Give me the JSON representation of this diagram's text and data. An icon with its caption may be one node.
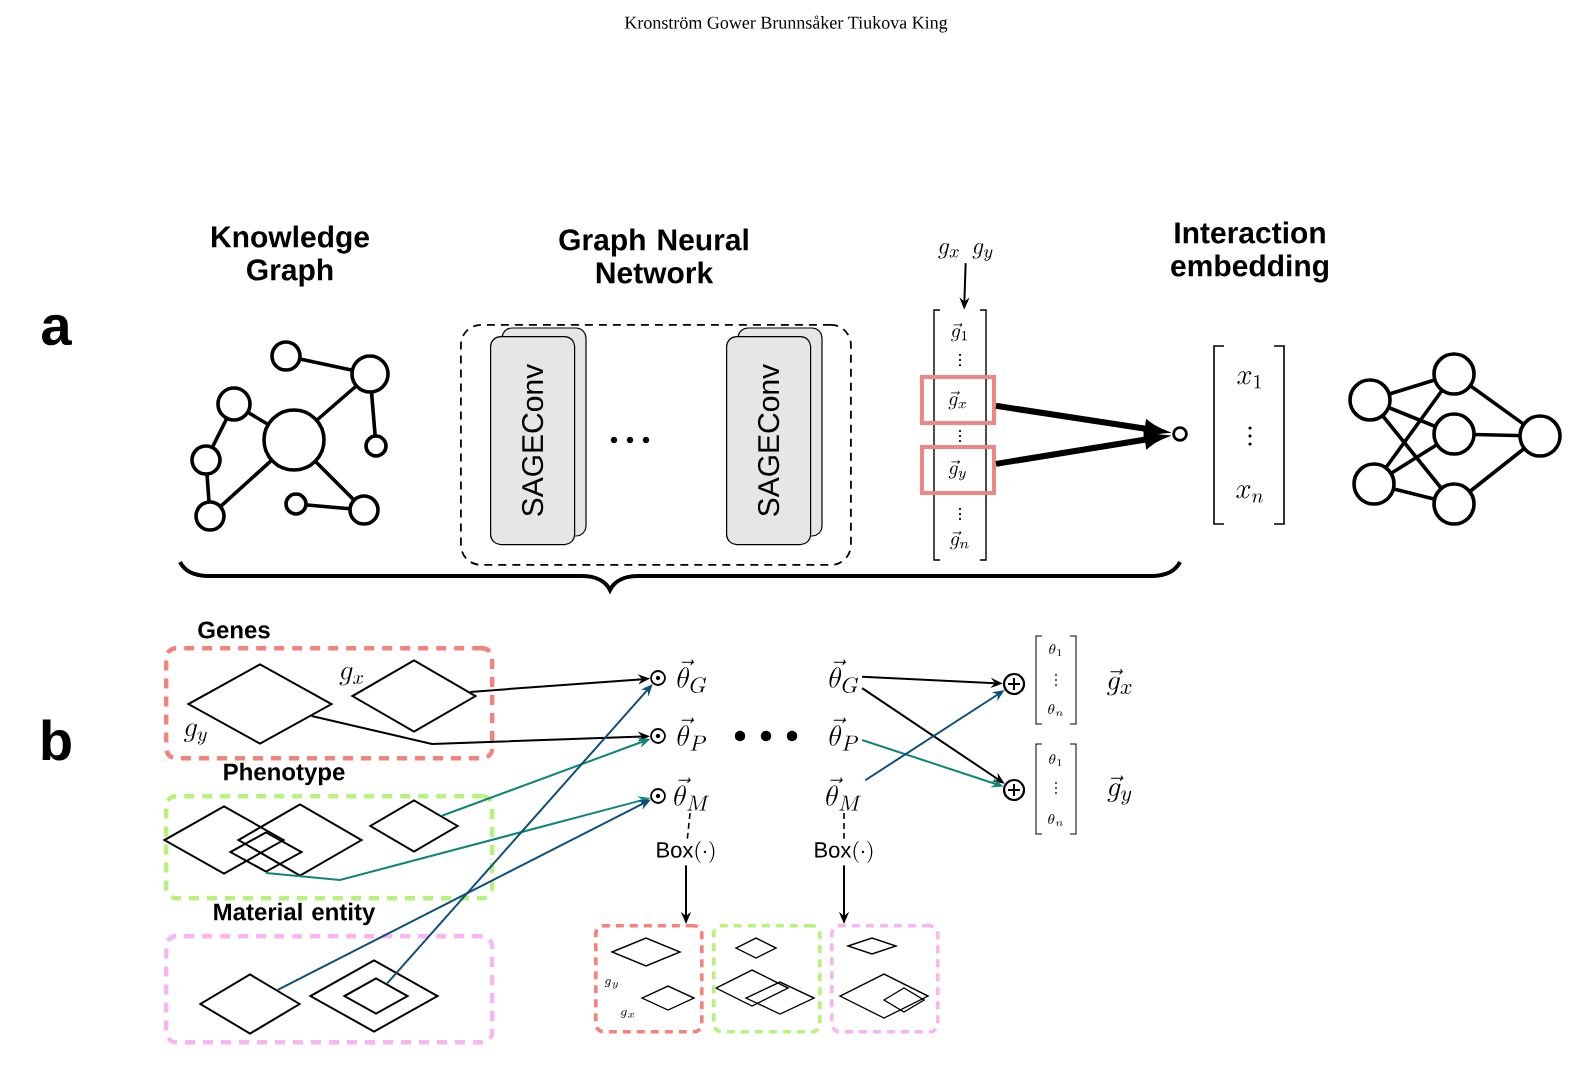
{
  "diagram": {
    "nodes": [
      {
        "text": [
          "Graph Neural Network"
        ]
      },
      {
        "text": [
          "SAGEConv"
        ],
        "in": 0
      },
      {
        "text": [
          "SAGEConv"
        ],
        "in": 0
      },
      {
        "text": [
          "g_x",
          "g_y"
        ]
      },
      {
        "text": [
          "\\vec{g}_1",
          "\\vec{g}_n"
        ]
      },
      {
        "text": [
          "\\vec{g}_x"
        ]
      },
      {
        "text": [
          "\\vec{g}_y"
        ]
      },
      {
        "text": [],
        "shape": "circle"
      },
      {
        "text": [
          "Genes"
        ]
      },
      {
        "text": [],
        "shape": "diamond",
        "in": 8,
        "beside": [
          "g_y"
        ]
      },
      {
        "text": [],
        "shape": "diamond",
        "in": 8,
        "beside": [
          "g_x"
        ]
      },
      {
        "text": [
          "Phenotype"
        ]
      },
      {
        "text": [],
        "shape": "diamond",
        "in": 11
      },
      {
        "text": [],
        "shape": "diamond",
        "in": 11
      },
      {
        "text": [],
        "shape": "diamond",
        "in": 11
      },
      {
        "text": [],
        "shape": "diamond",
        "in": 11
      },
      {
        "text": [
          "Material entity"
        ]
      },
      {
        "text": [],
        "shape": "diamond",
        "in": 16
      },
      {
        "text": [],
        "shape": "diamond",
        "in": 16
      },
      {
        "text": [],
        "shape": "diamond",
        "in": 18
      },
      {
        "text": [],
        "shape": "circle"
      },
      {
        "text": [],
        "shape": "circle"
      },
      {
        "text": [],
        "shape": "circle"
      },
      {
        "text": [
          "\\vec{\\theta}_{G}"
        ]
      },
      {
        "text": [
          "\\vec{\\theta}_{P}"
        ]
      },
      {
        "text": [
          "\\vec{\\theta}_{M}"
        ]
      },
      {
        "text": [
          "\\vec{\\theta}_{G}"
        ]
      },
      {
        "text": [
          "\\vec{\\theta}_{P}"
        ]
      },
      {
        "text": [
          "\\vec{\\theta}_{M}"
        ]
      },
      {
        "text": [],
        "shape": "circle"
      },
      {
        "text": [],
        "shape": "circle"
      },
      {
        "text": [
          "\\mathrm{Box}(\\cdot)"
        ]
      },
      {
        "text": [
          "\\mathrm{Box}(\\cdot)"
        ]
      },
      {
        "text": [],
        "shape": "box"
      },
      {
        "text": [],
        "shape": "box"
      },
      {
        "text": [],
        "shape": "box"
      }
    ],
    "edges": [
      {
        "from": 3,
        "to": 4,
        "arrow": "to"
      },
      {
        "from": 5,
        "to": 7,
        "arrow": "to",
        "style": "thick"
      },
      {
        "from": 6,
        "to": 7,
        "arrow": "to",
        "style": "thick"
      },
      {
        "from": 10,
        "to": 20,
        "arrow": "to"
      },
      {
        "from": 9,
        "to": 21,
        "arrow": "to"
      },
      {
        "from": 15,
        "to": 21,
        "arrow": "to",
        "color": "#10857a"
      },
      {
        "from": 14,
        "to": 22,
        "arrow": "to",
        "color": "#10857a"
      },
      {
        "from": 17,
        "to": 22,
        "arrow": "to",
        "color": "#0e4f78"
      },
      {
        "from": 19,
        "to": 20,
        "arrow": "to",
        "color": "#0e4f78"
      },
      {
        "from": 26,
        "to": 29,
        "arrow": "to"
      },
      {
        "from": 26,
        "to": 30,
        "arrow": "to"
      },
      {
        "from": 27,
        "to": 30,
        "arrow": "to",
        "color": "#10857a"
      },
      {
        "from": 28,
        "to": 29,
        "arrow": "to",
        "color": "#0e4f78"
      },
      {
        "from": 25,
        "to": 31,
        "arrow": "none",
        "style": "dashed"
      },
      {
        "from": 31,
        "to": 33,
        "arrow": "to"
      },
      {
        "from": 28,
        "to": 32,
        "arrow": "none",
        "style": "dashed"
      },
      {
        "from": 32,
        "to": 35,
        "arrow": "to"
      }
    ],
    "labels": [
      "Kronström Gower Brunnsåker Tiukova King",
      "a",
      "Knowledge Graph",
      "Interaction embedding",
      "x_1",
      "x_n",
      "b",
      "\\theta_1",
      "\\theta_n",
      "\\vec{g}_x",
      "\\theta_1",
      "\\theta_n",
      "\\vec{g}_y",
      "g_y",
      "g_x"
    ]
  }
}
